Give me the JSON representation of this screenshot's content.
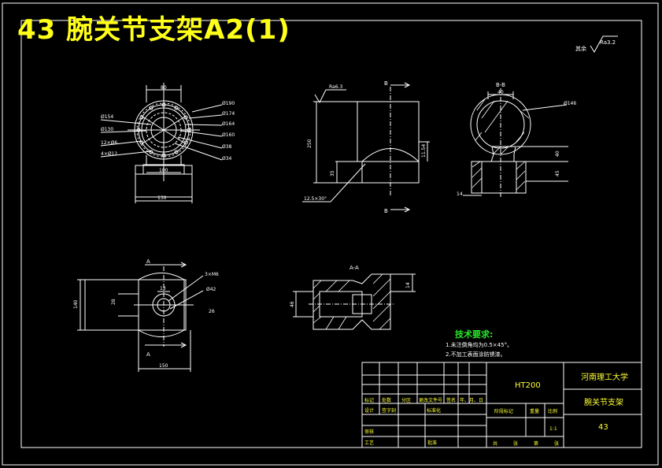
{
  "title": "43 腕关节支架A2(1)",
  "colors": {
    "background": "#000000",
    "line": "#ffffff",
    "title": "#ffff1a",
    "accent": "#ffff33",
    "tech": "#27e627"
  },
  "roughness": "其余",
  "roughness_value": "Ra3.2",
  "roughness_detail": "Ra6.3",
  "front": {
    "dims": {
      "top": "80",
      "base_inner": "100",
      "base": "130"
    },
    "callouts_left": [
      "Ø154",
      "Ø130",
      "12×Ø6",
      "4×Ø12"
    ],
    "callouts_right": [
      "Ø190",
      "Ø174",
      "Ø164",
      "Ø160",
      "Ø38",
      "Ø34"
    ]
  },
  "side": {
    "section_marker": "B",
    "dims": {
      "height": "250",
      "low": "35",
      "right": "11.54"
    },
    "chamfer": "12.5×30°"
  },
  "section_bb": {
    "label": "B-B",
    "dims": {
      "top": "40",
      "dia": "Ø146",
      "d1": "40",
      "d2": "45",
      "bottom": "14"
    }
  },
  "plan": {
    "section_marker": "A",
    "dims": {
      "holes": "3×M6",
      "dia": "Ø42",
      "width": "150",
      "left": "140",
      "inner": "28",
      "upper": "13",
      "right": "26"
    }
  },
  "section_aa": {
    "label": "A-A",
    "dims": {
      "right": "14",
      "left": "46"
    }
  },
  "tech": {
    "heading": "技术要求:",
    "lines": [
      "1.未注倒角均为0.5×45°。",
      "2.不加工表面涂防锈漆。"
    ]
  },
  "titleblock": {
    "material": "HT200",
    "school": "河南理工大学",
    "part_name": "腕关节支架",
    "number": "43",
    "scale": "1:1",
    "row_labels": [
      "标记",
      "处数",
      "分区",
      "更改文件号",
      "签名",
      "年、月、日"
    ],
    "row2_labels": [
      "设计",
      "签字刻",
      "标准化"
    ],
    "row3_labels": [
      "审核"
    ],
    "row4_labels": [
      "工艺",
      "批准"
    ],
    "stage_labels": [
      "阶段标记",
      "重量",
      "比例"
    ],
    "sheet_labels": [
      "共",
      "张",
      "第",
      "张"
    ]
  }
}
